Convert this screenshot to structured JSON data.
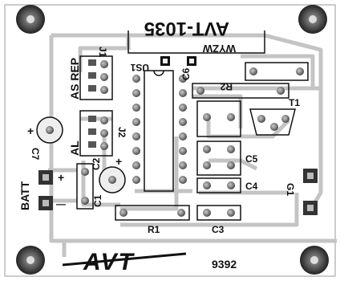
{
  "board": {
    "title_mirrored": "AVT-1035",
    "logo_text": "AVT",
    "logo_suffix": "9392"
  },
  "labels": {
    "wyzw": "WYZW",
    "us1": "US1",
    "j1": "J1",
    "as_rep": "AS REP",
    "j2": "J2",
    "al": "AL",
    "r2": "R2",
    "c6": "C6",
    "t1": "T1",
    "c5": "C5",
    "c4": "C4",
    "c3": "C3",
    "r1": "R1",
    "c2": "C2",
    "c1": "C1",
    "c7": "C7",
    "plus_a": "+",
    "plus_b": "+",
    "batt": "BATT",
    "plus_batt": "+",
    "minus_batt": "—",
    "g1": "G1"
  },
  "colors": {
    "trace": "#b8b8b8",
    "pad": "#6e6e6e",
    "ink": "#111111",
    "mount": "#333333"
  }
}
